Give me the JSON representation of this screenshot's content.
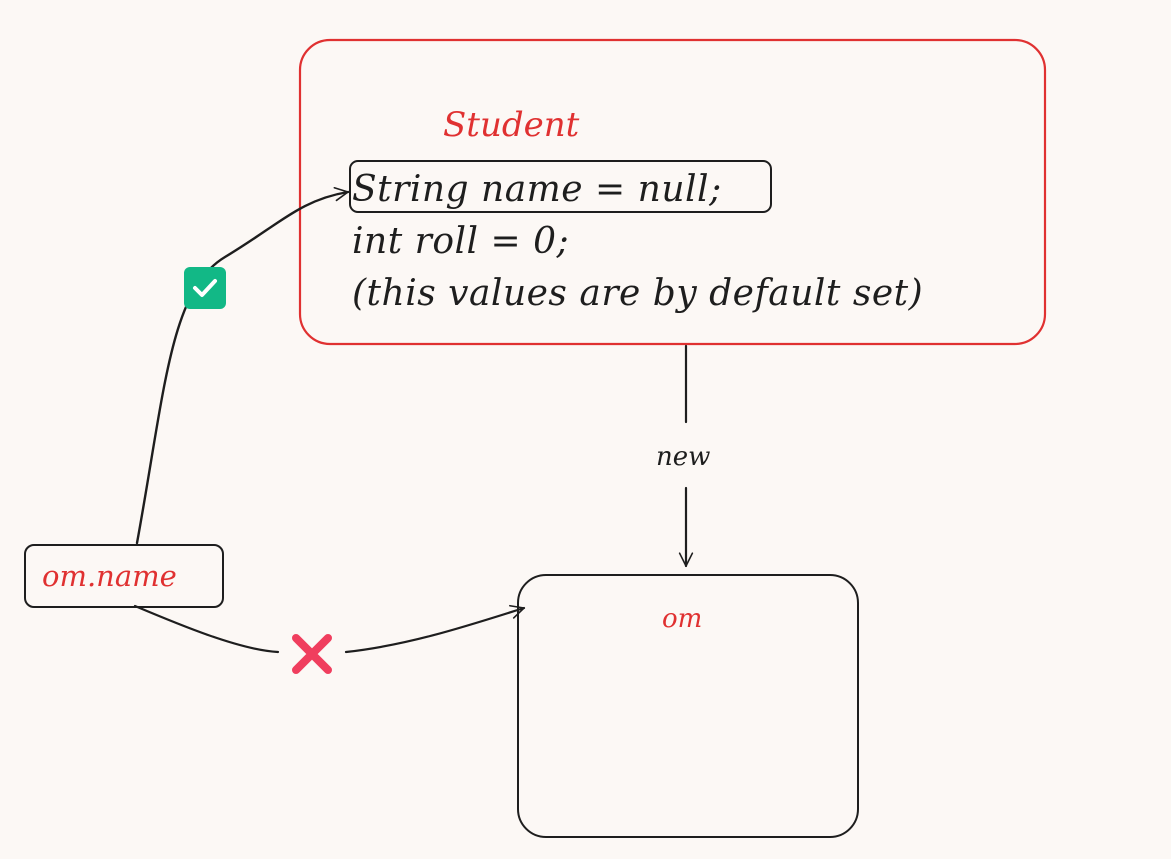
{
  "class_box": {
    "title": "Student",
    "lines": [
      "String name = null;",
      "int roll = 0;",
      "(this values are by default set)"
    ]
  },
  "arrow_label": "new",
  "reference_label": "om.name",
  "object_label": "om",
  "colors": {
    "background": "#fcf8f5",
    "accent_red": "#e03131",
    "stroke": "#1e1e1e",
    "check_green": "#12b886",
    "cross_red": "#f03e5e"
  },
  "icons": {
    "valid": "check-icon",
    "invalid": "cross-icon"
  }
}
